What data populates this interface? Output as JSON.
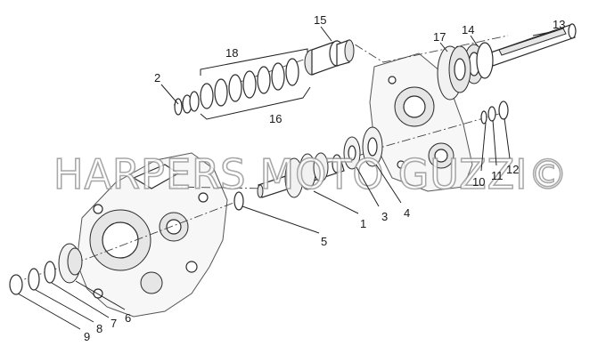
{
  "watermark": {
    "text": "HARPERS MOTO GUZZI©"
  },
  "callouts": [
    {
      "id": "1",
      "text": "1"
    },
    {
      "id": "2",
      "text": "2"
    },
    {
      "id": "3",
      "text": "3"
    },
    {
      "id": "4",
      "text": "4"
    },
    {
      "id": "5",
      "text": "5"
    },
    {
      "id": "6",
      "text": "6"
    },
    {
      "id": "7",
      "text": "7"
    },
    {
      "id": "8",
      "text": "8"
    },
    {
      "id": "9",
      "text": "9"
    },
    {
      "id": "10",
      "text": "10"
    },
    {
      "id": "11",
      "text": "11"
    },
    {
      "id": "12",
      "text": "12"
    },
    {
      "id": "13",
      "text": "13"
    },
    {
      "id": "14",
      "text": "14"
    },
    {
      "id": "15",
      "text": "15"
    },
    {
      "id": "16",
      "text": "16"
    },
    {
      "id": "17",
      "text": "17"
    },
    {
      "id": "18",
      "text": "18"
    }
  ]
}
